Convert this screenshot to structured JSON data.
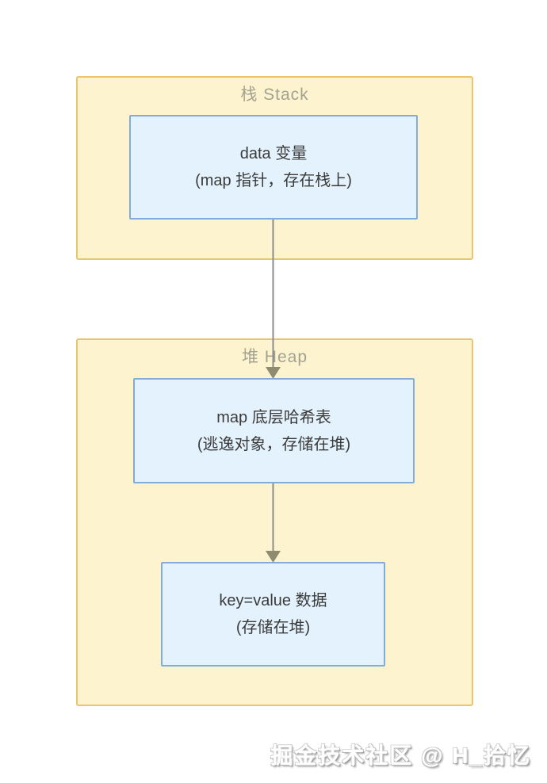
{
  "diagram": {
    "containers": [
      {
        "id": "stack",
        "title": "栈 Stack",
        "nodes": [
          {
            "id": "data-variable",
            "line1": "data 变量",
            "line2": "(map 指针，存在栈上)"
          }
        ]
      },
      {
        "id": "heap",
        "title": "堆 Heap",
        "nodes": [
          {
            "id": "map-hashtable",
            "line1": "map 底层哈希表",
            "line2": "(逃逸对象，存储在堆)"
          },
          {
            "id": "key-value-data",
            "line1": "key=value 数据",
            "line2": "(存储在堆)"
          }
        ]
      }
    ],
    "edges": [
      {
        "from": "data-variable",
        "to": "map-hashtable"
      },
      {
        "from": "map-hashtable",
        "to": "key-value-data"
      }
    ]
  },
  "colors": {
    "background": "#FFFFFF",
    "container_fill": "#FDF3CE",
    "container_border": "#E9C66B",
    "node_fill": "#E4F2FD",
    "node_border": "#82ABD8",
    "title_text": "#A5A193",
    "node_text": "#3B3B3B",
    "arrow_line": "#8C8C8C",
    "arrow_head": "#8F8B70"
  },
  "watermark": "掘金技术社区 @ H_拾忆"
}
